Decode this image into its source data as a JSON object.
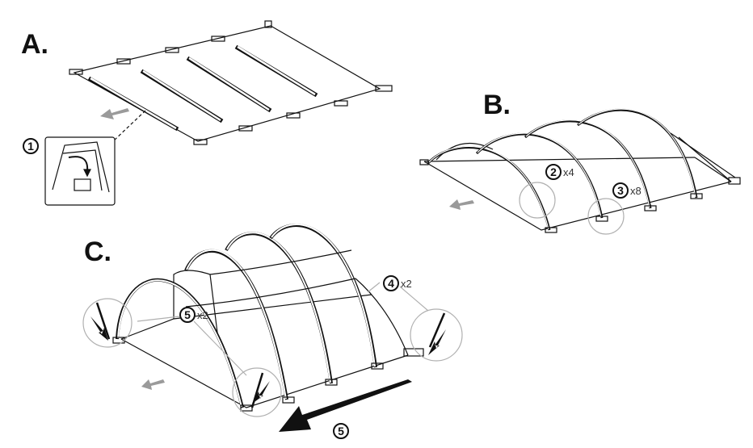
{
  "steps": {
    "a": {
      "letter": "A."
    },
    "b": {
      "letter": "B."
    },
    "c": {
      "letter": "C."
    }
  },
  "callouts": {
    "c1": {
      "num": "1",
      "mult": ""
    },
    "c2": {
      "num": "2",
      "mult": "x4"
    },
    "c3": {
      "num": "3",
      "mult": "x8"
    },
    "c4": {
      "num": "4",
      "mult": "x2"
    },
    "c5a": {
      "num": "5",
      "mult": "x2"
    },
    "c5b": {
      "num": "5",
      "mult": ""
    }
  },
  "colors": {
    "ink": "#111111",
    "grey_arrow": "#9a9a9a",
    "detail_ring": "#b0b0b0"
  }
}
